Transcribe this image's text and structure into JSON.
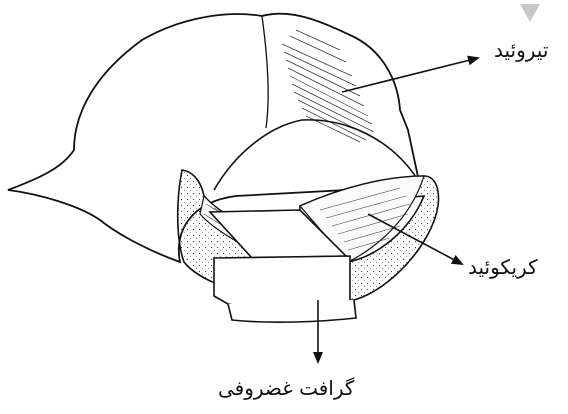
{
  "labels": {
    "thyroid": "تیروئید",
    "cricoid": "کریکوئید",
    "graft": "گرافت غضروفی"
  }
}
